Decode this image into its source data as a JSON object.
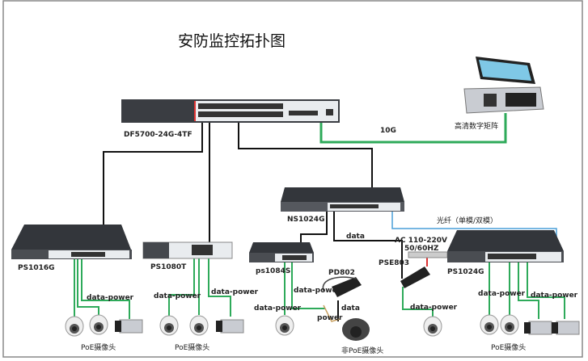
{
  "title": "安防监控拓扑图",
  "colors": {
    "poe_link": "#2eaa5a",
    "data_link": "#111111",
    "fiber_link": "#4a9fd8",
    "uplink_10g": "#2eaa5a",
    "switch_body": "#3a3d42",
    "port_panel": "#e9ecef",
    "accent": "#d33"
  },
  "devices": {
    "core": "DF5700-24G-4TF",
    "matrix": "高清数字矩阵",
    "ns": "NS1024G",
    "ps1016": "PS1016G",
    "ps1080": "PS1080T",
    "ps1084": "ps1084S",
    "pd": "PD802",
    "pse": "PSE803",
    "ps1024": "PS1024G"
  },
  "links": {
    "tenG": "10G",
    "fiber": "光纤（单模/双模）",
    "data": "data",
    "data_power": "data-power",
    "power": "power",
    "ac": "AC 110-220V",
    "hz": "50/60HZ"
  },
  "cameras": {
    "poe": "PoE摄像头",
    "non_poe": "非PoE摄像头"
  }
}
